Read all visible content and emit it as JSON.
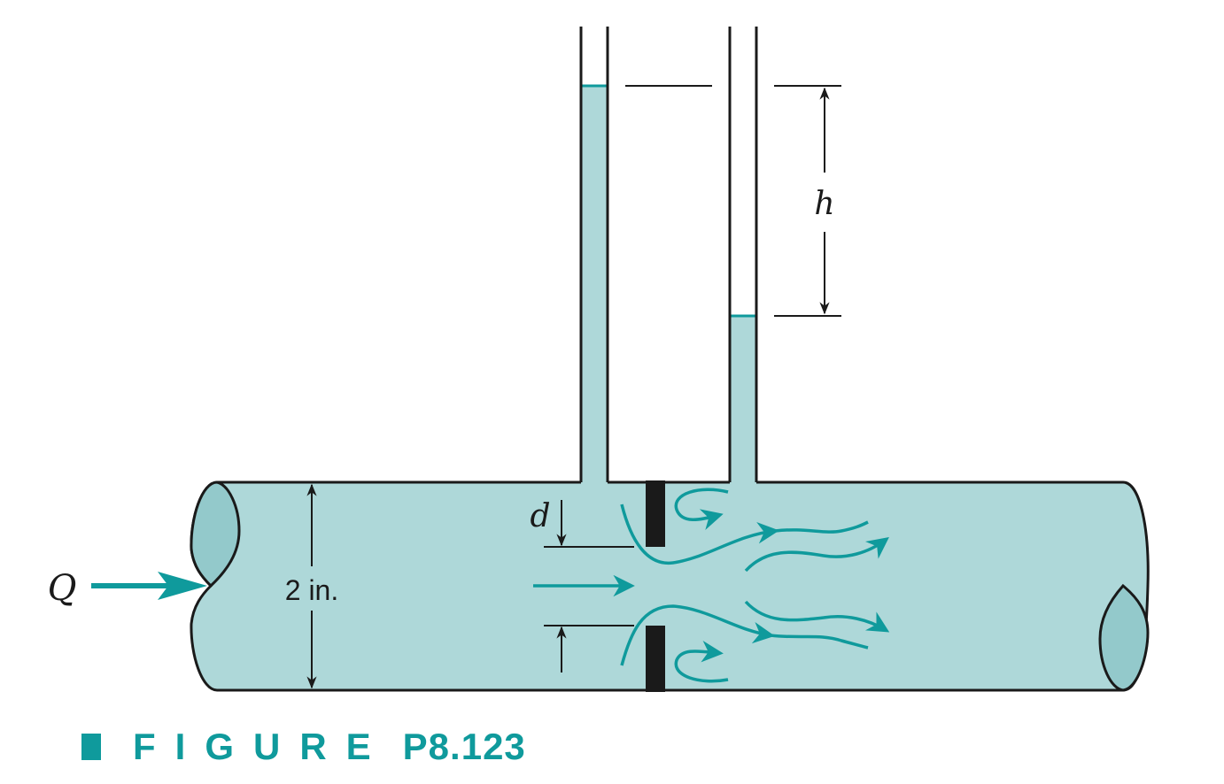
{
  "diagram": {
    "flow_label": "Q",
    "pipe_diameter_label": "2 in.",
    "orifice_diameter_label": "d",
    "head_label": "h"
  },
  "caption": {
    "word": "FIGURE",
    "number": "P8.123"
  },
  "colors": {
    "water": "#aed8d9",
    "water_dark": "#93c9cb",
    "accent": "#0f9a9c",
    "line": "#1a1a1a"
  }
}
